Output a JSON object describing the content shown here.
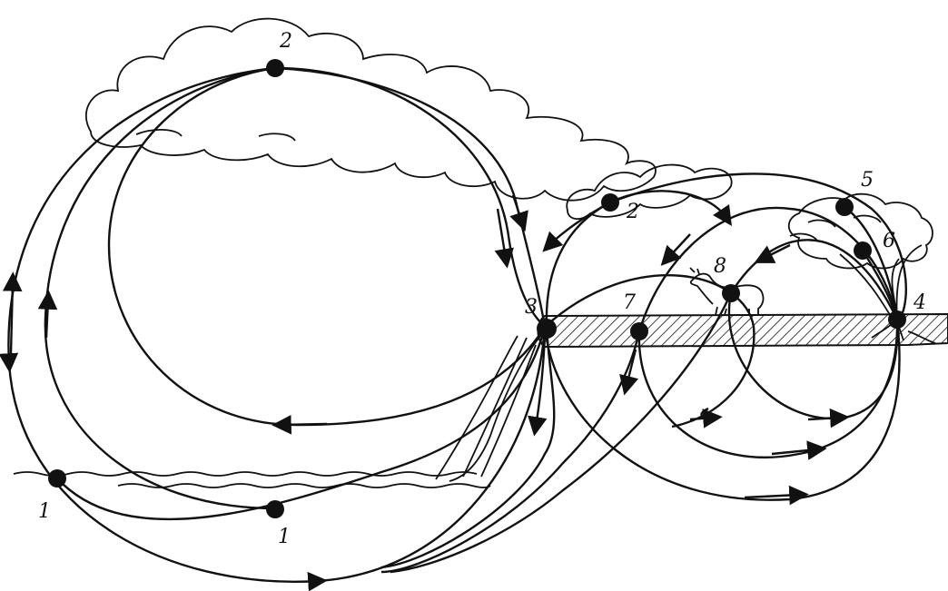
{
  "diagram": {
    "labels": {
      "sea_surface_left": "1",
      "sea_surface_center": "1",
      "cloud_top": "2",
      "cloud_small": "2",
      "cliff_edge": "3",
      "ground_right": "4",
      "tree_top": "5",
      "tree_mid": "6",
      "ground_left": "7",
      "animal": "8"
    },
    "colors": {
      "ink": "#111111",
      "background": "#ffffff"
    },
    "icons": [
      "cloud-icon",
      "tree-icon",
      "goat-icon",
      "hatched-ground",
      "sea-waves"
    ]
  }
}
